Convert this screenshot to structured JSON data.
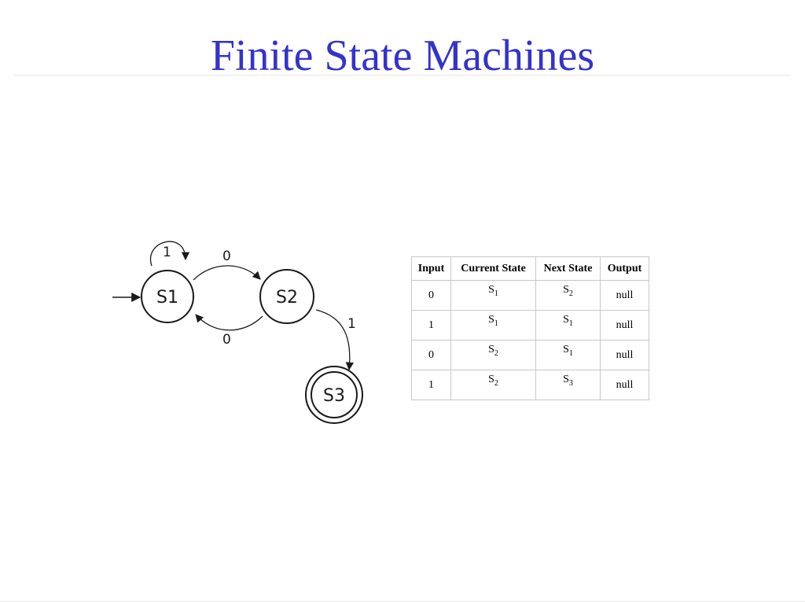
{
  "slide": {
    "title": "Finite State Machines"
  },
  "diagram": {
    "states": {
      "s1": "S1",
      "s2": "S2",
      "s3": "S3"
    },
    "edges": {
      "s1_self_loop": "1",
      "s1_to_s2": "0",
      "s2_to_s1": "0",
      "s2_to_s3": "1"
    },
    "start_state": "S1",
    "accepting_state": "S3"
  },
  "table": {
    "headers": {
      "input": "Input",
      "current": "Current State",
      "next": "Next State",
      "output": "Output"
    },
    "rows": [
      {
        "input": "0",
        "current": {
          "letter": "S",
          "sub": "1"
        },
        "next": {
          "letter": "S",
          "sub": "2"
        },
        "output": "null"
      },
      {
        "input": "1",
        "current": {
          "letter": "S",
          "sub": "1"
        },
        "next": {
          "letter": "S",
          "sub": "1"
        },
        "output": "null"
      },
      {
        "input": "0",
        "current": {
          "letter": "S",
          "sub": "2"
        },
        "next": {
          "letter": "S",
          "sub": "1"
        },
        "output": "null"
      },
      {
        "input": "1",
        "current": {
          "letter": "S",
          "sub": "2"
        },
        "next": {
          "letter": "S",
          "sub": "3"
        },
        "output": "null"
      }
    ]
  },
  "colors": {
    "title": "#3333cc",
    "diagram_stroke": "#1a1a1a",
    "table_border": "#c8c8c8"
  }
}
